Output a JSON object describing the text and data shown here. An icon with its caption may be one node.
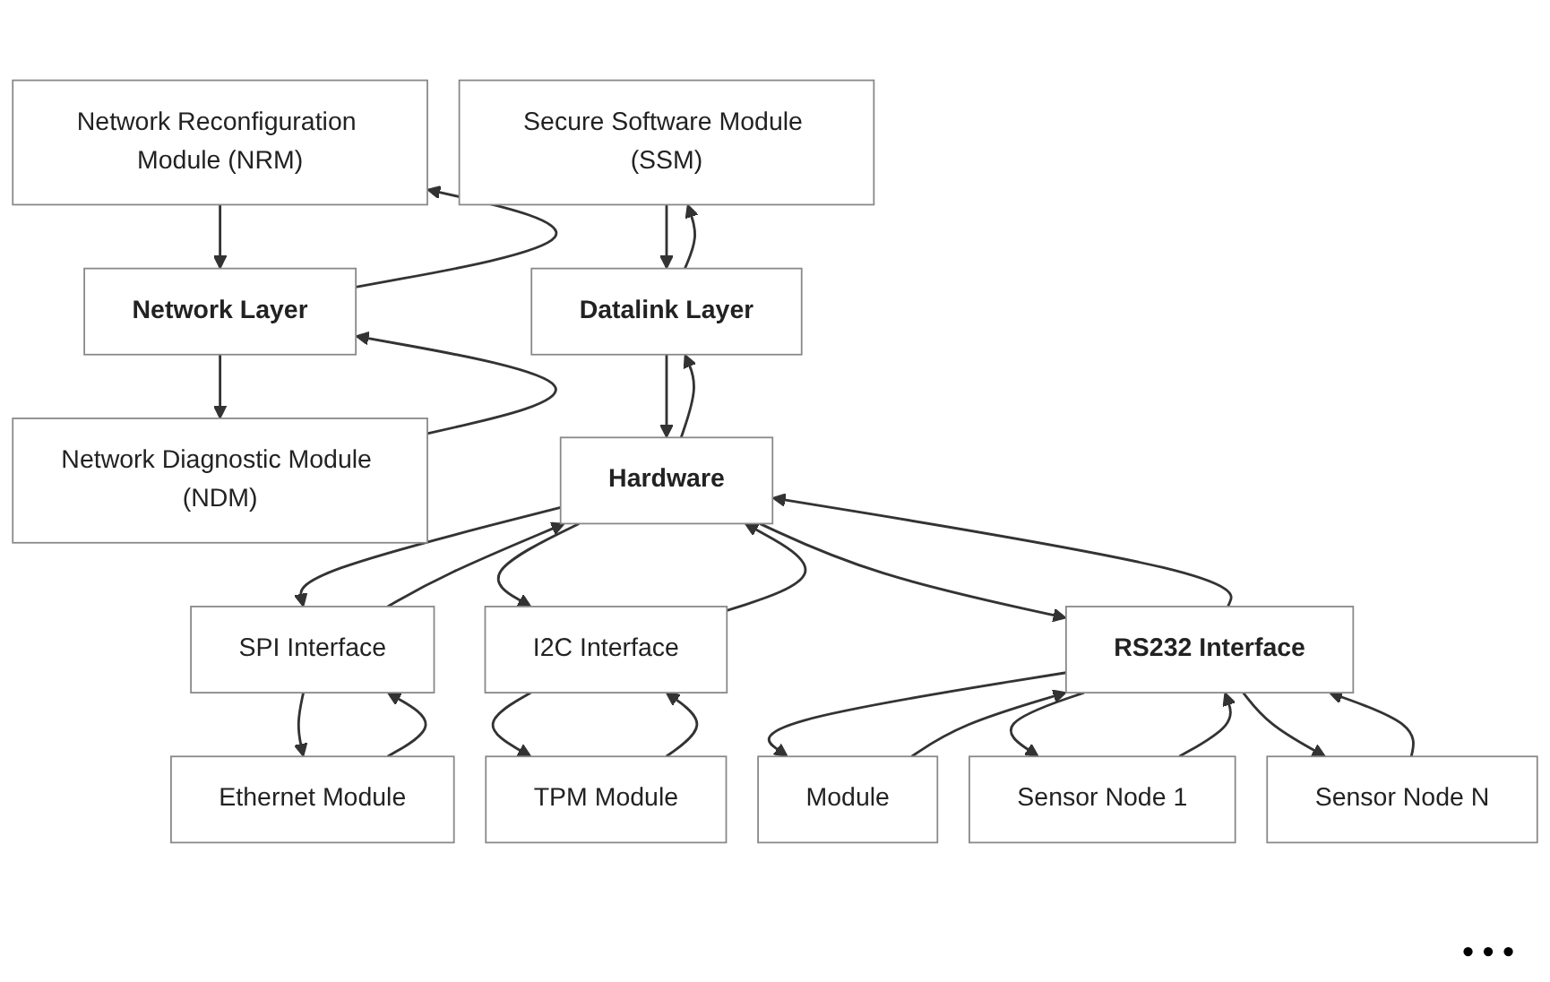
{
  "diagram": {
    "nodes": [
      {
        "text": [
          "Secure Software Module (SSM)"
        ]
      },
      {
        "text": [
          "Network Reconfiguration Module (NRM)"
        ]
      },
      {
        "text": [
          "Network Diagnostic Module (NDM)"
        ]
      },
      {
        "text": [
          "Network Layer"
        ]
      },
      {
        "text": [
          "Datalink Layer"
        ]
      },
      {
        "text": [
          "Hardware"
        ]
      },
      {
        "text": [
          "SPI Interface"
        ]
      },
      {
        "text": [
          "I2C Interface"
        ]
      },
      {
        "text": [
          "RS232 Interface"
        ]
      },
      {
        "text": [
          "Ethernet Module"
        ]
      },
      {
        "text": [
          "TPM Module"
        ]
      },
      {
        "text": [
          "Module"
        ]
      },
      {
        "text": [
          "Sensor Node 1"
        ]
      },
      {
        "text": [
          "Sensor Node N"
        ]
      }
    ],
    "edges": [
      {
        "from": 0,
        "to": 4,
        "arrow": "to"
      },
      {
        "from": 4,
        "to": 0,
        "arrow": "to"
      },
      {
        "from": 1,
        "to": 3,
        "arrow": "to"
      },
      {
        "from": 3,
        "to": 1,
        "arrow": "to"
      },
      {
        "from": 2,
        "to": 3,
        "arrow": "to"
      },
      {
        "from": 3,
        "to": 2,
        "arrow": "to"
      },
      {
        "from": 4,
        "to": 5,
        "arrow": "to"
      },
      {
        "from": 5,
        "to": 4,
        "arrow": "to"
      },
      {
        "from": 5,
        "to": 6,
        "arrow": "to"
      },
      {
        "from": 6,
        "to": 5,
        "arrow": "to"
      },
      {
        "from": 5,
        "to": 7,
        "arrow": "to"
      },
      {
        "from": 7,
        "to": 5,
        "arrow": "to"
      },
      {
        "from": 5,
        "to": 8,
        "arrow": "to"
      },
      {
        "from": 8,
        "to": 5,
        "arrow": "to"
      },
      {
        "from": 6,
        "to": 9,
        "arrow": "to"
      },
      {
        "from": 9,
        "to": 6,
        "arrow": "to"
      },
      {
        "from": 7,
        "to": 10,
        "arrow": "to"
      },
      {
        "from": 10,
        "to": 7,
        "arrow": "to"
      },
      {
        "from": 8,
        "to": 11,
        "arrow": "to"
      },
      {
        "from": 11,
        "to": 8,
        "arrow": "to"
      },
      {
        "from": 8,
        "to": 12,
        "arrow": "to"
      },
      {
        "from": 12,
        "to": 8,
        "arrow": "to"
      },
      {
        "from": 8,
        "to": 13,
        "arrow": "to"
      },
      {
        "from": 13,
        "to": 8,
        "arrow": "to"
      }
    ],
    "labels": [
      "• • •"
    ]
  }
}
